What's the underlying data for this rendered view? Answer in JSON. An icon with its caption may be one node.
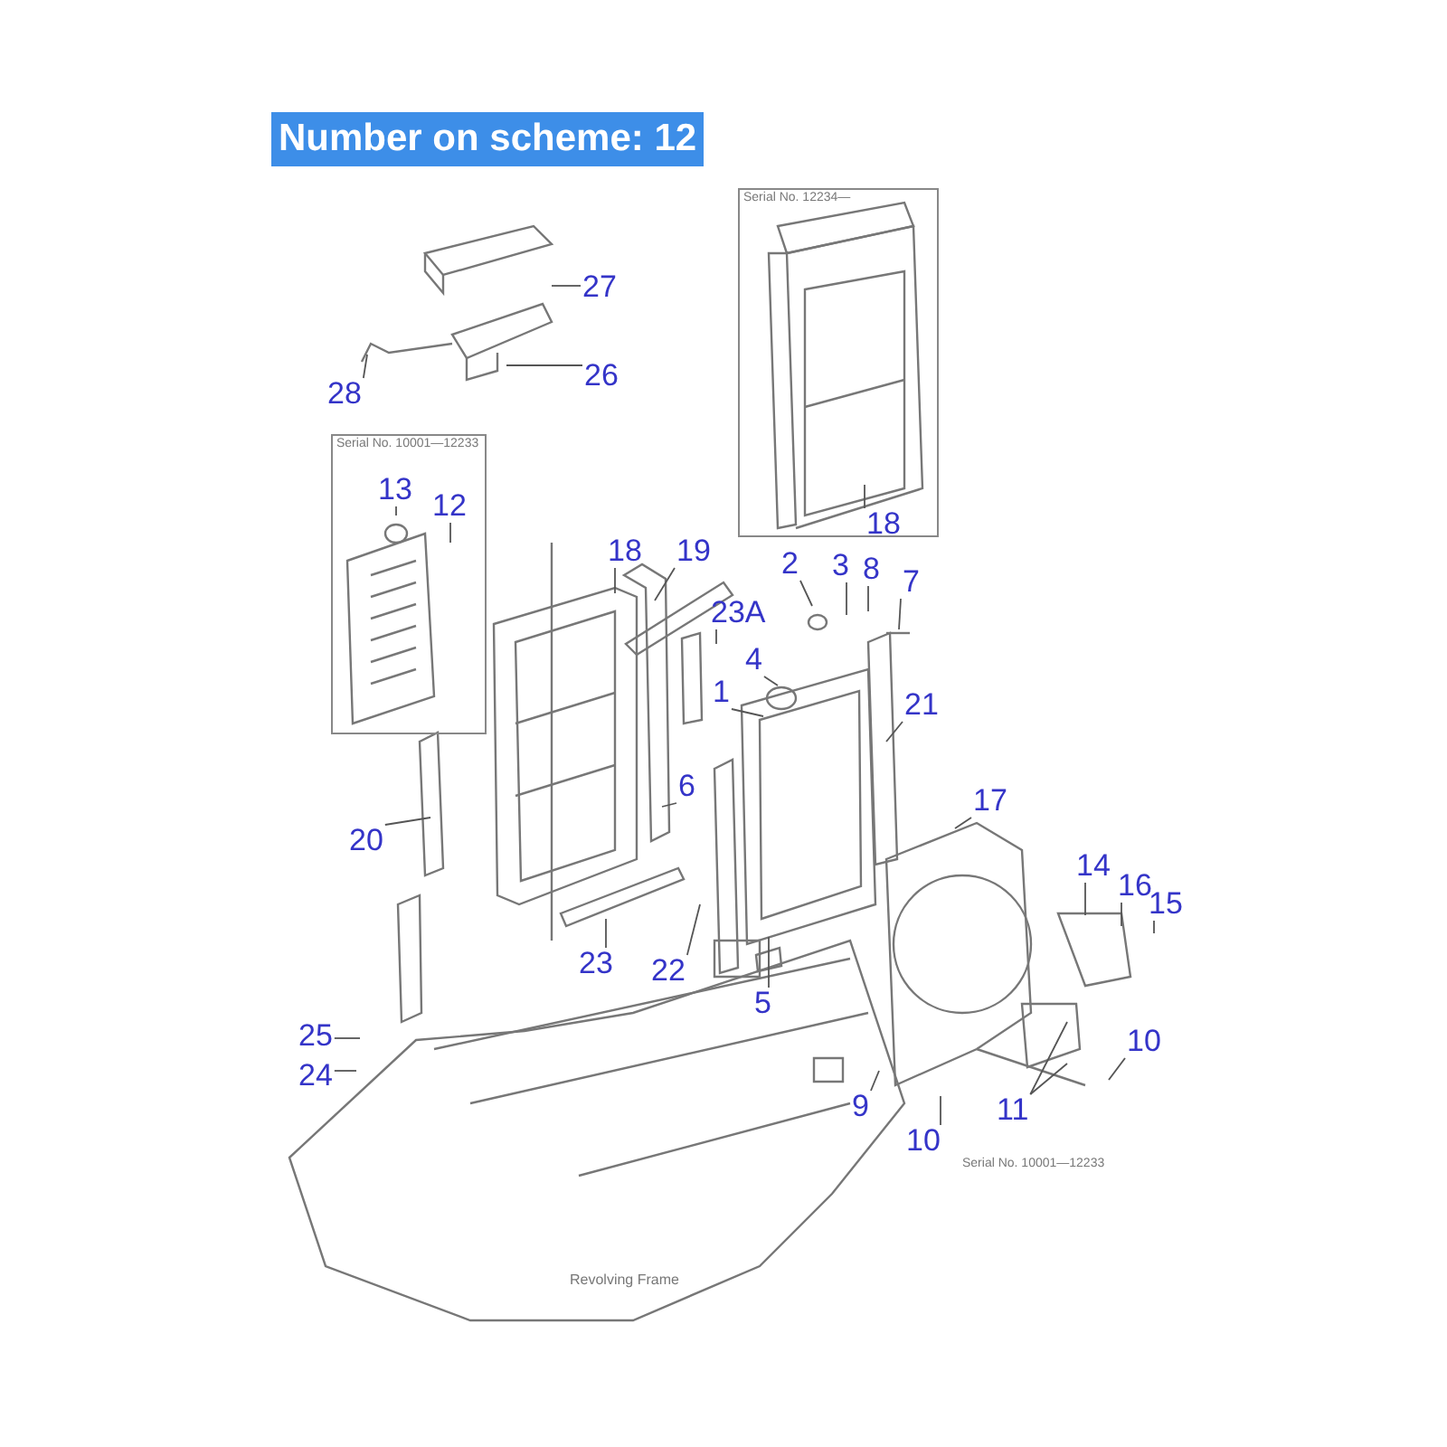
{
  "diagram": {
    "title": "Number on scheme: 12",
    "nodes": [
      {
        "text": [
          "Serial No. 12234—"
        ]
      },
      {
        "text": [
          "18"
        ],
        "in": 0
      },
      {
        "text": [
          "Serial No. 10001—12233"
        ]
      },
      {
        "text": [
          "13"
        ],
        "in": 2
      },
      {
        "text": [
          "12"
        ],
        "in": 2
      },
      {
        "text": [
          "27"
        ]
      },
      {
        "text": [
          "26"
        ]
      },
      {
        "text": [
          "28"
        ]
      },
      {
        "text": [
          "18"
        ]
      },
      {
        "text": [
          "19"
        ]
      },
      {
        "text": [
          "23A"
        ]
      },
      {
        "text": [
          "2"
        ]
      },
      {
        "text": [
          "3"
        ]
      },
      {
        "text": [
          "8"
        ]
      },
      {
        "text": [
          "7"
        ]
      },
      {
        "text": [
          "4"
        ]
      },
      {
        "text": [
          "1"
        ]
      },
      {
        "text": [
          "21"
        ]
      },
      {
        "text": [
          "20"
        ]
      },
      {
        "text": [
          "6"
        ]
      },
      {
        "text": [
          "23"
        ]
      },
      {
        "text": [
          "22"
        ]
      },
      {
        "text": [
          "5"
        ]
      },
      {
        "text": [
          "17"
        ]
      },
      {
        "text": [
          "14"
        ]
      },
      {
        "text": [
          "16"
        ]
      },
      {
        "text": [
          "15"
        ]
      },
      {
        "text": [
          "9"
        ]
      },
      {
        "text": [
          "10"
        ]
      },
      {
        "text": [
          "11"
        ]
      },
      {
        "text": [
          "10"
        ]
      },
      {
        "text": [
          "25"
        ]
      },
      {
        "text": [
          "24"
        ]
      }
    ],
    "edges": [
      {
        "from": 1,
        "to": null,
        "arrow": "none"
      },
      {
        "from": 3,
        "to": null,
        "arrow": "none"
      },
      {
        "from": 4,
        "to": null,
        "arrow": "none"
      },
      {
        "from": 5,
        "to": null,
        "arrow": "none"
      },
      {
        "from": 6,
        "to": null,
        "arrow": "none"
      },
      {
        "from": 7,
        "to": null,
        "arrow": "none"
      },
      {
        "from": 8,
        "to": null,
        "arrow": "none"
      },
      {
        "from": 9,
        "to": null,
        "arrow": "none"
      },
      {
        "from": 10,
        "to": null,
        "arrow": "none"
      },
      {
        "from": 11,
        "to": null,
        "arrow": "none"
      },
      {
        "from": 12,
        "to": null,
        "arrow": "none"
      },
      {
        "from": 13,
        "to": null,
        "arrow": "none"
      },
      {
        "from": 14,
        "to": null,
        "arrow": "none"
      },
      {
        "from": 15,
        "to": null,
        "arrow": "none"
      },
      {
        "from": 16,
        "to": null,
        "arrow": "none"
      },
      {
        "from": 17,
        "to": null,
        "arrow": "none"
      },
      {
        "from": 18,
        "to": null,
        "arrow": "none"
      },
      {
        "from": 19,
        "to": null,
        "arrow": "none"
      },
      {
        "from": 20,
        "to": null,
        "arrow": "none"
      },
      {
        "from": 21,
        "to": null,
        "arrow": "none"
      },
      {
        "from": 22,
        "to": null,
        "arrow": "none"
      },
      {
        "from": 23,
        "to": null,
        "arrow": "none"
      },
      {
        "from": 24,
        "to": null,
        "arrow": "none"
      },
      {
        "from": 25,
        "to": null,
        "arrow": "none"
      },
      {
        "from": 26,
        "to": null,
        "arrow": "none"
      },
      {
        "from": 27,
        "to": null,
        "arrow": "none"
      },
      {
        "from": 28,
        "to": null,
        "arrow": "none"
      },
      {
        "from": 29,
        "to": null,
        "arrow": "none"
      },
      {
        "from": 29,
        "to": null,
        "arrow": "none"
      },
      {
        "from": 30,
        "to": null,
        "arrow": "none"
      },
      {
        "from": 31,
        "to": null,
        "arrow": "none"
      },
      {
        "from": 32,
        "to": null,
        "arrow": "none"
      }
    ],
    "labels": [
      "Serial No. 10001—12233",
      "Revolving Frame"
    ]
  }
}
